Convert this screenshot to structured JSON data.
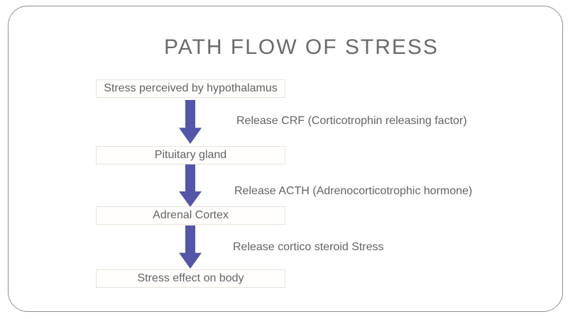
{
  "slide": {
    "title": "PATH FLOW OF STRESS",
    "flow": {
      "steps": [
        {
          "label": "Stress perceived by hypothalamus"
        },
        {
          "label": "Pituitary gland"
        },
        {
          "label": "Adrenal Cortex"
        },
        {
          "label": "Stress effect on body"
        }
      ],
      "transitions": [
        {
          "label": "Release CRF (Corticotrophin releasing factor)"
        },
        {
          "label": "Release ACTH (Adrenocorticotrophic hormone)"
        },
        {
          "label": "Release cortico steroid Stress"
        }
      ]
    },
    "colors": {
      "arrow": "#5356a8",
      "title_text": "#6a6a6a",
      "body_text": "#636363",
      "box_border": "#e7e3db",
      "box_bg": "#fffefd",
      "frame_border": "#8f8f8f"
    }
  }
}
